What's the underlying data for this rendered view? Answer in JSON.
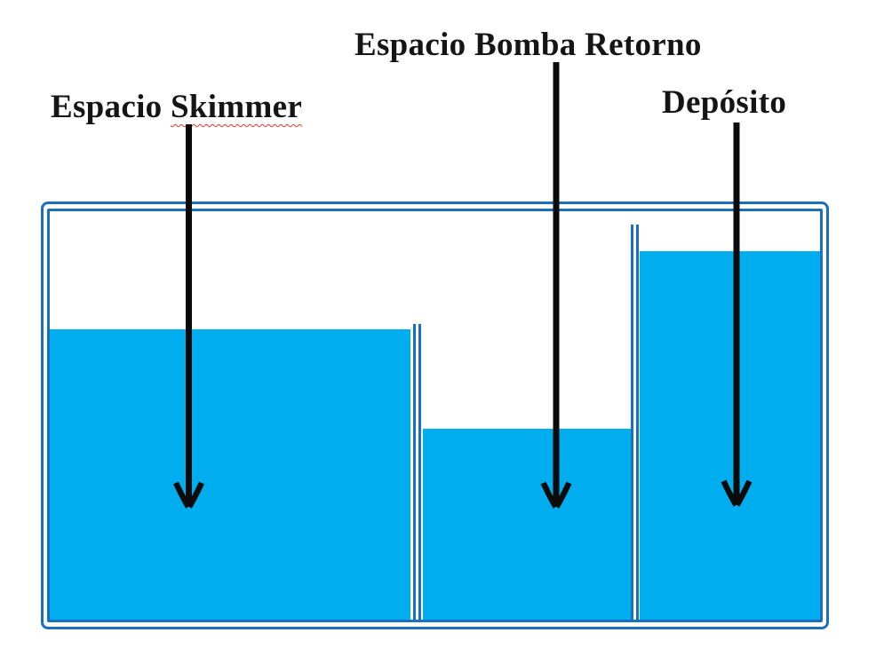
{
  "diagram": {
    "title_context": "Sump compartments diagram",
    "labels": {
      "skimmer": {
        "prefix": "Espacio ",
        "underlined": "Skimmer"
      },
      "pump": {
        "text": "Espacio Bomba Retorno"
      },
      "deposito": {
        "text": "Depósito"
      }
    },
    "compartments": [
      {
        "name": "Espacio Skimmer",
        "water_level": "high"
      },
      {
        "name": "Espacio Bomba Retorno",
        "water_level": "low"
      },
      {
        "name": "Depósito",
        "water_level": "highest"
      }
    ],
    "colors": {
      "water": "#00AEEF",
      "glass": "#1B6FC0",
      "arrow": "#0B0B0B",
      "squiggle": "#E0342B",
      "background": "#FFFFFF",
      "text": "#151515"
    }
  }
}
